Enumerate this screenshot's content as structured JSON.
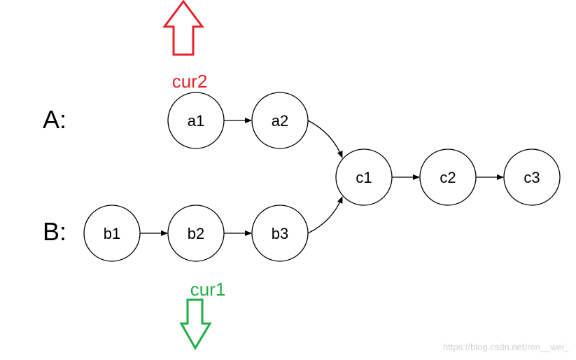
{
  "lists": {
    "a_label": "A:",
    "b_label": "B:"
  },
  "nodes": {
    "a1": "a1",
    "a2": "a2",
    "b1": "b1",
    "b2": "b2",
    "b3": "b3",
    "c1": "c1",
    "c2": "c2",
    "c3": "c3"
  },
  "pointers": {
    "cur2": {
      "label": "cur2",
      "color": "#e8212b",
      "direction": "up"
    },
    "cur1": {
      "label": "cur1",
      "color": "#1fad45",
      "direction": "down"
    }
  },
  "watermark": "https://blog.csdn.net/ren__wei_"
}
